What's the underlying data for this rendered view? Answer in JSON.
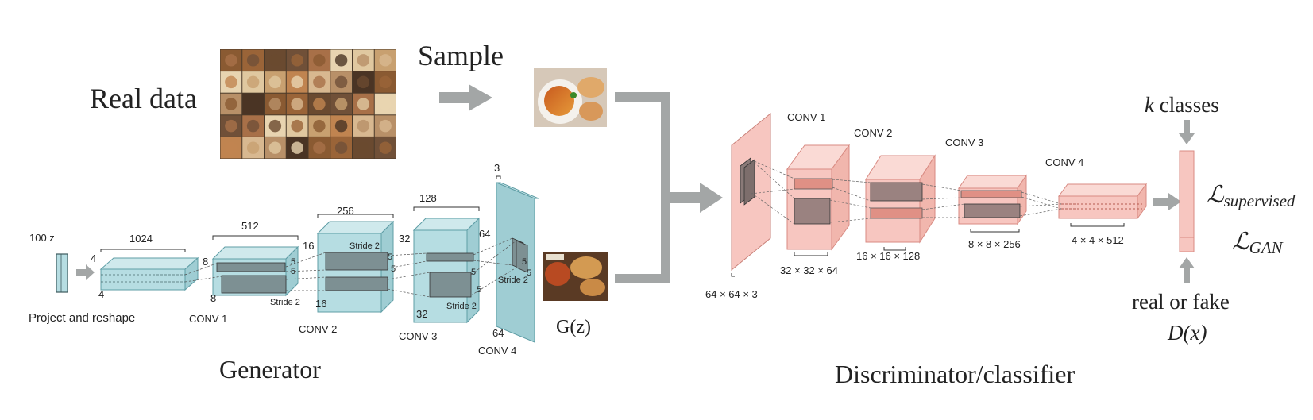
{
  "real_data": {
    "label": "Real data",
    "sample_label": "Sample"
  },
  "generator": {
    "title": "Generator",
    "input_label": "100 z",
    "project_label": "Project and reshape",
    "project_dims": [
      "4",
      "4"
    ],
    "conv1": {
      "label": "CONV 1",
      "width": "1024",
      "dims": [
        "8",
        "8"
      ],
      "kernel": [
        "5",
        "5"
      ],
      "stride": "Stride 2"
    },
    "conv2": {
      "label": "CONV 2",
      "width": "512",
      "dims": [
        "16",
        "16"
      ],
      "kernel": [
        "5",
        "5"
      ],
      "stride": "Stride 2"
    },
    "conv3": {
      "label": "CONV 3",
      "width": "256",
      "dims": [
        "32",
        "32"
      ],
      "kernel": [
        "5",
        "5"
      ],
      "stride": "Stride 2"
    },
    "conv4": {
      "label": "CONV 4",
      "width": "128",
      "dims": [
        "64",
        "64"
      ],
      "kernel": [
        "5",
        "5"
      ],
      "stride": "Stride 2"
    },
    "output_channels": "3",
    "output_label": "G(z)"
  },
  "discriminator": {
    "title": "Discriminator/classifier",
    "input_dims": "64 × 64 × 3",
    "conv1": {
      "label": "CONV 1",
      "dims": "32 × 32 × 64"
    },
    "conv2": {
      "label": "CONV 2",
      "dims": "16 × 16 × 128"
    },
    "conv3": {
      "label": "CONV 3",
      "dims": "8 × 8 × 256"
    },
    "conv4": {
      "label": "CONV 4",
      "dims": "4 × 4 × 512"
    },
    "k_var": "k",
    "k_classes": " classes",
    "loss_supervised_main": "ℒ",
    "loss_supervised_sub": "supervised",
    "loss_gan_main": "ℒ",
    "loss_gan_sub": "GAN",
    "real_or_fake": "real or fake",
    "output": "D(x)"
  },
  "colors": {
    "generator_fill": "#b6dde2",
    "generator_stroke": "#5f9ea6",
    "discriminator_fill": "#f7c6c0",
    "discriminator_stroke": "#d88a82",
    "arrow": "#a3a6a6"
  }
}
